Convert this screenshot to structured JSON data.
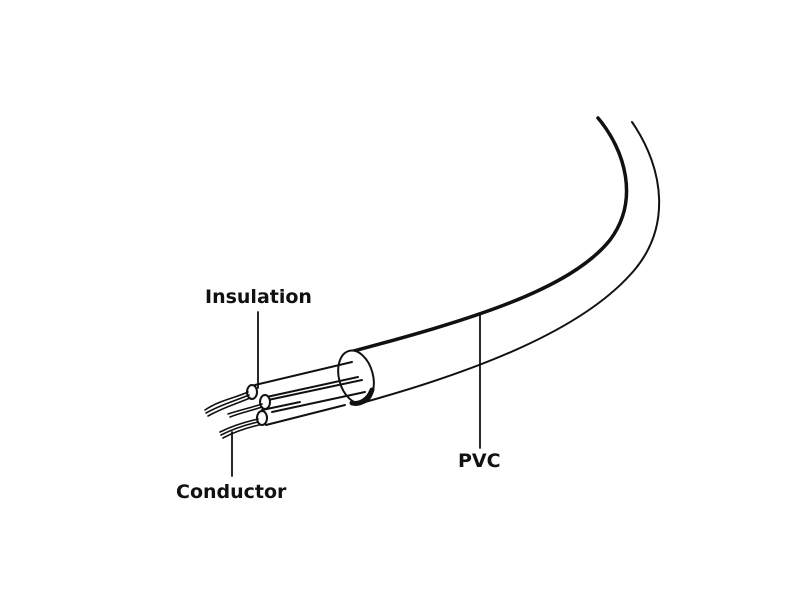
{
  "labels": {
    "insulation": "Insulation",
    "conductor": "Conductor",
    "pvc": "PVC"
  },
  "colors": {
    "line": "#111111",
    "background": "#ffffff"
  }
}
